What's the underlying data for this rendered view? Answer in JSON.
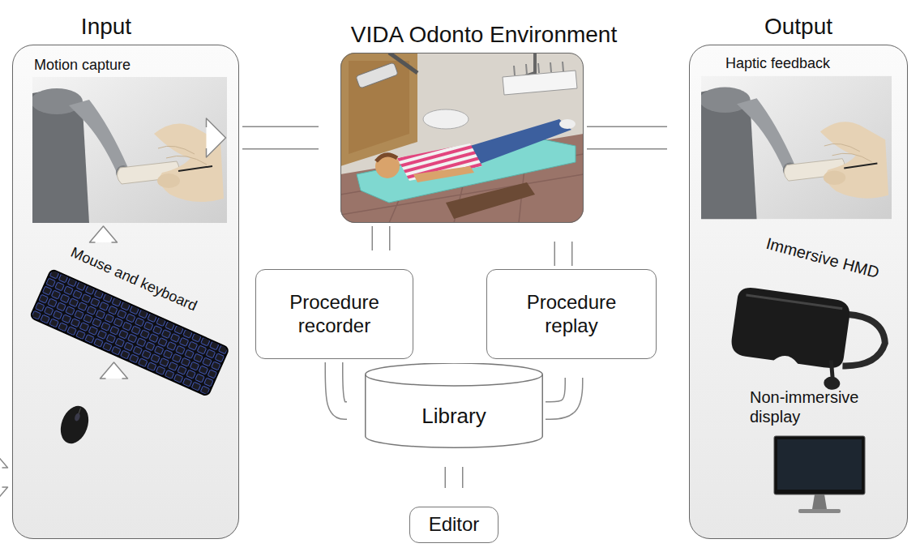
{
  "diagram": {
    "nodes": [
      {
        "text": [
          "Input"
        ]
      },
      {
        "text": [
          "VIDA Odonto Environment"
        ]
      },
      {
        "text": [
          "Procedure recorder"
        ]
      },
      {
        "text": [
          "Procedure replay"
        ]
      },
      {
        "text": [
          "Library"
        ]
      },
      {
        "text": [
          "Editor"
        ]
      },
      {
        "text": [
          "Output"
        ]
      }
    ],
    "edges": [
      {
        "from": 0,
        "to": 1,
        "arrow": "to"
      },
      {
        "from": 1,
        "to": 6,
        "arrow": "to"
      },
      {
        "from": 1,
        "to": 2,
        "arrow": "to"
      },
      {
        "from": 3,
        "to": 1,
        "arrow": "to"
      },
      {
        "from": 2,
        "to": 4,
        "arrow": "to"
      },
      {
        "from": 4,
        "to": 3,
        "arrow": "to"
      },
      {
        "from": 4,
        "to": 5,
        "arrow": "both"
      }
    ],
    "labels": [
      "Motion capture",
      "Mouse and keyboard",
      "Haptic feedback",
      "Immersive HMD",
      "Non-immersive display"
    ]
  }
}
